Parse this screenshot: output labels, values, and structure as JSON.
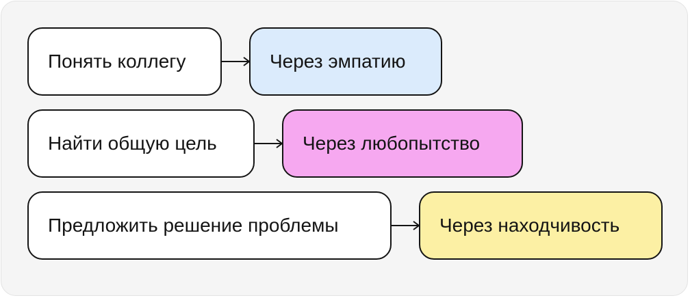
{
  "rows": [
    {
      "goal": "Понять коллегу",
      "method": "Через эмпатию",
      "method_color": "#dbebfc"
    },
    {
      "goal": "Найти общую цель",
      "method": "Через любопытство",
      "method_color": "#f6a8f0"
    },
    {
      "goal": "Предложить решение проблемы",
      "method": "Через находчивость",
      "method_color": "#fcf0a4"
    }
  ],
  "colors": {
    "card_background": "#f5f5f5",
    "goal_background": "#ffffff",
    "stroke": "#141414"
  }
}
